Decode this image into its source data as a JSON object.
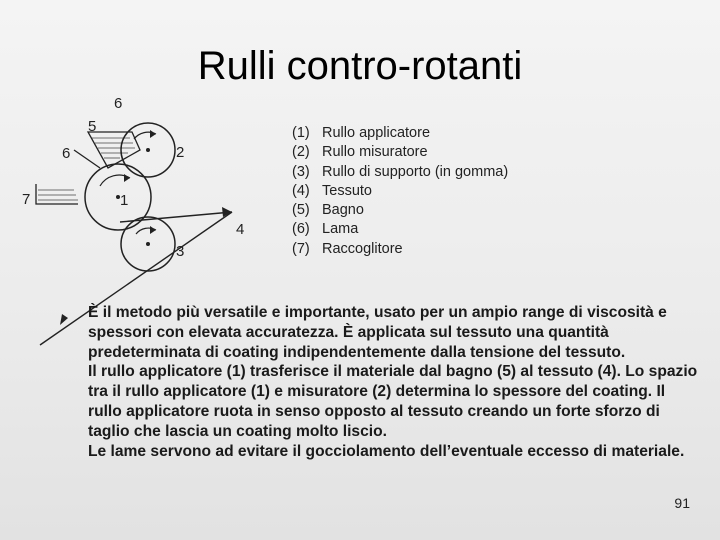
{
  "slide": {
    "title": "Rulli contro-rotanti",
    "page_number": "91"
  },
  "diagram": {
    "labels": [
      "1",
      "2",
      "3",
      "4",
      "5",
      "6",
      "6",
      "7"
    ]
  },
  "legend": {
    "items": [
      {
        "num": "(1)",
        "text": "Rullo applicatore"
      },
      {
        "num": "(2)",
        "text": "Rullo misuratore"
      },
      {
        "num": "(3)",
        "text": "Rullo di supporto (in gomma)"
      },
      {
        "num": "(4)",
        "text": "Tessuto"
      },
      {
        "num": "(5)",
        "text": "Bagno"
      },
      {
        "num": "(6)",
        "text": "Lama"
      },
      {
        "num": "(7)",
        "text": "Raccoglitore"
      }
    ]
  },
  "body": {
    "paragraphs": [
      "È il metodo più versatile e importante, usato per un ampio range di viscosità e spessori con elevata accuratezza. È applicata sul tessuto una quantità predeterminata di coating indipendentemente dalla tensione del tessuto.",
      "Il rullo applicatore (1) trasferisce il materiale dal bagno (5) al tessuto (4). Lo spazio tra il rullo applicatore (1) e misuratore (2) determina lo spessore del coating. Il rullo applicatore ruota in senso opposto al tessuto creando un forte sforzo di taglio che lascia un coating molto liscio.",
      "Le lame servono ad evitare il gocciolamento dell’eventuale eccesso di materiale."
    ]
  }
}
